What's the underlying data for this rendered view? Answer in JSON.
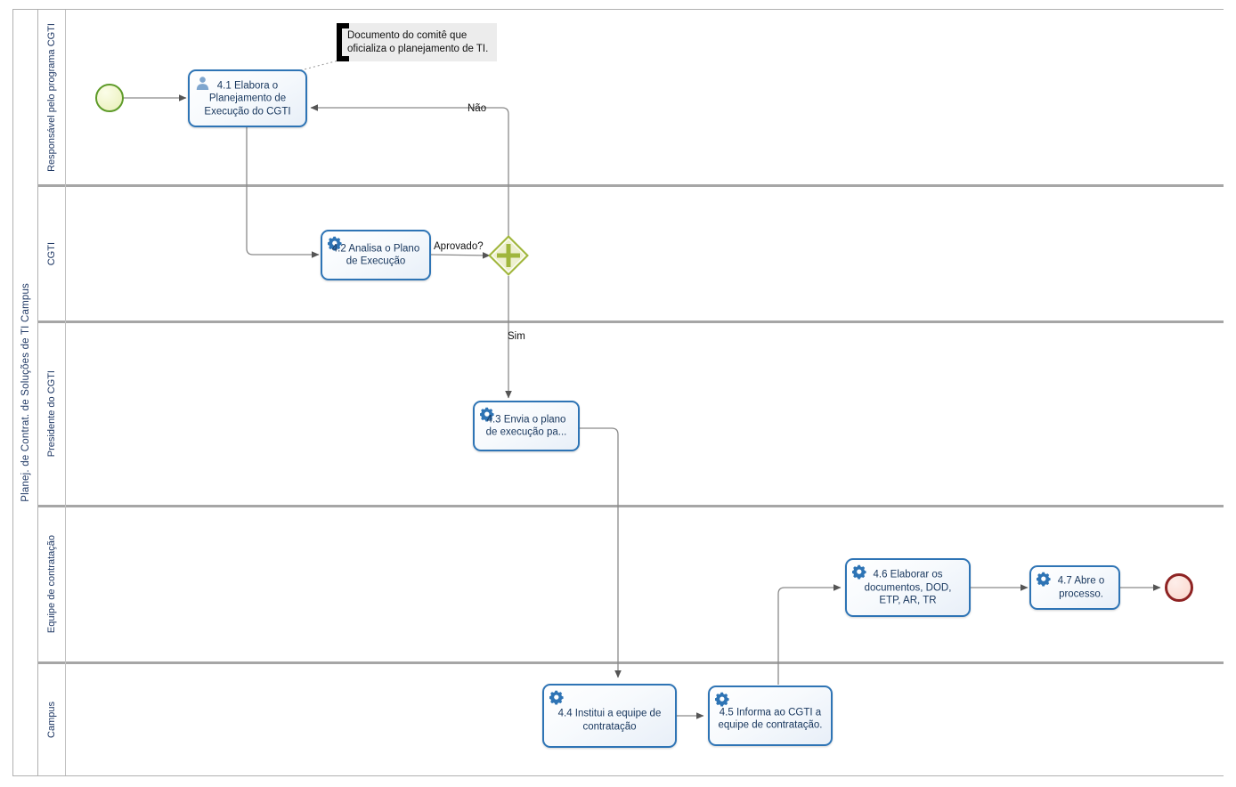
{
  "pool": {
    "title": "Planej. de Contrat. de Soluções de TI Campus"
  },
  "lanes": [
    {
      "id": "lane-responsavel",
      "label": "Responsável pelo programa CGTI"
    },
    {
      "id": "lane-cgti",
      "label": "CGTI"
    },
    {
      "id": "lane-presidente",
      "label": "Presidente do CGTI"
    },
    {
      "id": "lane-equipe",
      "label": "Equipe de contratação"
    },
    {
      "id": "lane-campus",
      "label": "Campus"
    }
  ],
  "events": {
    "start": {
      "name": "start-event",
      "color": "#5E9B29"
    },
    "end": {
      "name": "end-event",
      "color": "#8E2323"
    }
  },
  "gateway": {
    "label": "Aprovado?",
    "type": "parallel",
    "color": "#A0B63C"
  },
  "tasks": [
    {
      "id": "task-4-1",
      "label": "4.1 Elabora o Planejamento de Execução do CGTI",
      "icon": "user-icon",
      "lane": "lane-responsavel"
    },
    {
      "id": "task-4-2",
      "label": "4.2 Analisa o Plano de Execução",
      "icon": "service-icon",
      "lane": "lane-cgti"
    },
    {
      "id": "task-4-3",
      "label": "4.3 Envia o plano de execução pa...",
      "icon": "service-icon",
      "lane": "lane-presidente"
    },
    {
      "id": "task-4-4",
      "label": "4.4 Institui a equipe de contratação",
      "icon": "service-icon",
      "lane": "lane-campus"
    },
    {
      "id": "task-4-5",
      "label": "4.5 Informa ao CGTI a equipe de contratação.",
      "icon": "service-icon",
      "lane": "lane-campus"
    },
    {
      "id": "task-4-6",
      "label": "4.6 Elaborar os documentos, DOD, ETP, AR, TR",
      "icon": "service-icon",
      "lane": "lane-equipe"
    },
    {
      "id": "task-4-7",
      "label": "4.7 Abre o processo.",
      "icon": "service-icon",
      "lane": "lane-equipe"
    }
  ],
  "annotation": {
    "text": "Documento do comitê que oficializa o planejamento de TI."
  },
  "flow_labels": {
    "nao": "Não",
    "sim": "Sim",
    "aprovado": "Aprovado?"
  }
}
